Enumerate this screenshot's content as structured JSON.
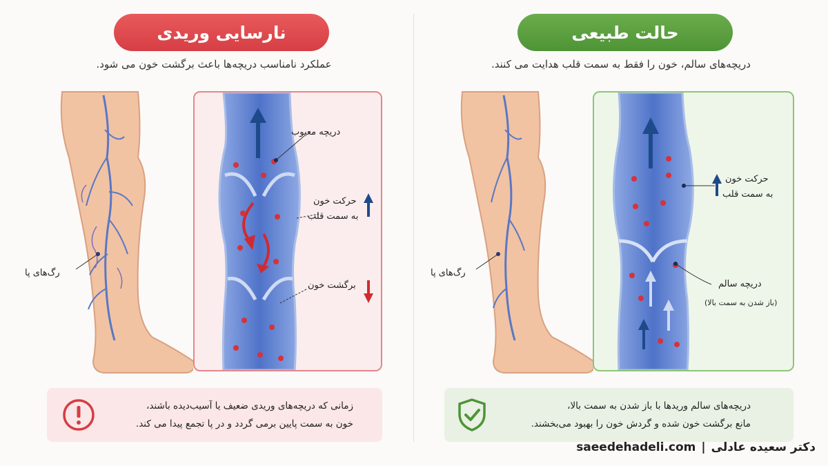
{
  "left": {
    "title": "نارسایی وریدی",
    "subtitle": "عملکرد نامناسب دریچه‌ها باعث برگشت خون می شود.",
    "leg_label": "رگ‌های پا",
    "labels": {
      "faulty_valve": "دریچه معیوب",
      "flow_line1": "حرکت خون",
      "flow_line2": "به سمت قلب",
      "reflux": "برگشت خون"
    },
    "note": {
      "line1": "زمانی که دریچه‌های وریدی ضعیف یا آسیب‌دیده باشند،",
      "line2": "خون به سمت پایین برمی گردد و در پا تجمع پیدا می کند."
    }
  },
  "right": {
    "title": "حالت طبیعی",
    "subtitle": "دریچه‌های سالم، خون را فقط به سمت قلب هدایت می کنند.",
    "leg_label": "رگ‌های پا",
    "labels": {
      "flow_line1": "حرکت خون",
      "flow_line2": "به سمت قلب",
      "healthy_valve": "دریچه سالم",
      "healthy_valve_sub": "(باز شدن به سمت بالا)"
    },
    "note": {
      "line1": "دریچه‌های سالم وریدها با باز شدن به سمت بالا،",
      "line2": "مانع برگشت خون شده و گردش خون را بهبود می‌بخشند."
    }
  },
  "footer": {
    "site": "saeedehadeli.com",
    "separator": "|",
    "author": "دکتر سعیده عادلی"
  },
  "colors": {
    "red_accent": "#d63e44",
    "green_accent": "#4e9436",
    "vein_blue": "#5b7fd0",
    "arrow_blue": "#1e4a8a",
    "blood_red": "#d02a30"
  }
}
